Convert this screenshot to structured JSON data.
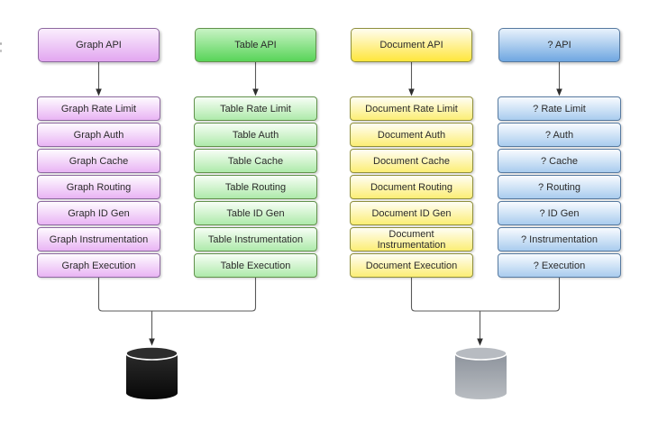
{
  "diagram": {
    "columns": [
      {
        "id": "graph",
        "header": "Graph API",
        "rows": [
          "Graph Rate Limit",
          "Graph Auth",
          "Graph Cache",
          "Graph Routing",
          "Graph ID Gen",
          "Graph Instrumentation",
          "Graph Execution"
        ],
        "colors": {
          "border": "#8d689f",
          "header_top": "#faeefd",
          "header_bottom": "#e2a6f0",
          "row_top": "#fefbff",
          "row_bottom": "#e9b4f4"
        }
      },
      {
        "id": "table",
        "header": "Table API",
        "rows": [
          "Table Rate Limit",
          "Table Auth",
          "Table Cache",
          "Table Routing",
          "Table ID Gen",
          "Table Instrumentation",
          "Table Execution"
        ],
        "colors": {
          "border": "#61914b",
          "header_top": "#c8f3c4",
          "header_bottom": "#58d458",
          "row_top": "#f7fef6",
          "row_bottom": "#aeeaaa"
        }
      },
      {
        "id": "document",
        "header": "Document API",
        "rows": [
          "Document Rate Limit",
          "Document Auth",
          "Document Cache",
          "Document Routing",
          "Document ID Gen",
          "Document Instrumentation",
          "Document Execution"
        ],
        "colors": {
          "border": "#8f8f3d",
          "header_top": "#fffdf0",
          "header_bottom": "#ffe63c",
          "row_top": "#fffef5",
          "row_bottom": "#fcee75"
        }
      },
      {
        "id": "unknown",
        "header": "? API",
        "rows": [
          "? Rate Limit",
          "? Auth",
          "? Cache",
          "? Routing",
          "? ID Gen",
          "? Instrumentation",
          "? Execution"
        ],
        "colors": {
          "border": "#56799f",
          "header_top": "#e8f2fc",
          "header_bottom": "#6fa7e1",
          "row_top": "#f8fbff",
          "row_bottom": "#a9ccee"
        }
      }
    ],
    "databases": [
      {
        "id": "db-left",
        "icon": "black-database-cylinder-icon",
        "colors": {
          "top": "#2d2d2d",
          "body_top": "#2b2b2b",
          "body_bottom": "#070707"
        }
      },
      {
        "id": "db-right",
        "icon": "gray-database-cylinder-icon",
        "colors": {
          "top": "#b7bbc1",
          "body_top": "#8d939c",
          "body_bottom": "#b9bdc2"
        }
      }
    ]
  }
}
